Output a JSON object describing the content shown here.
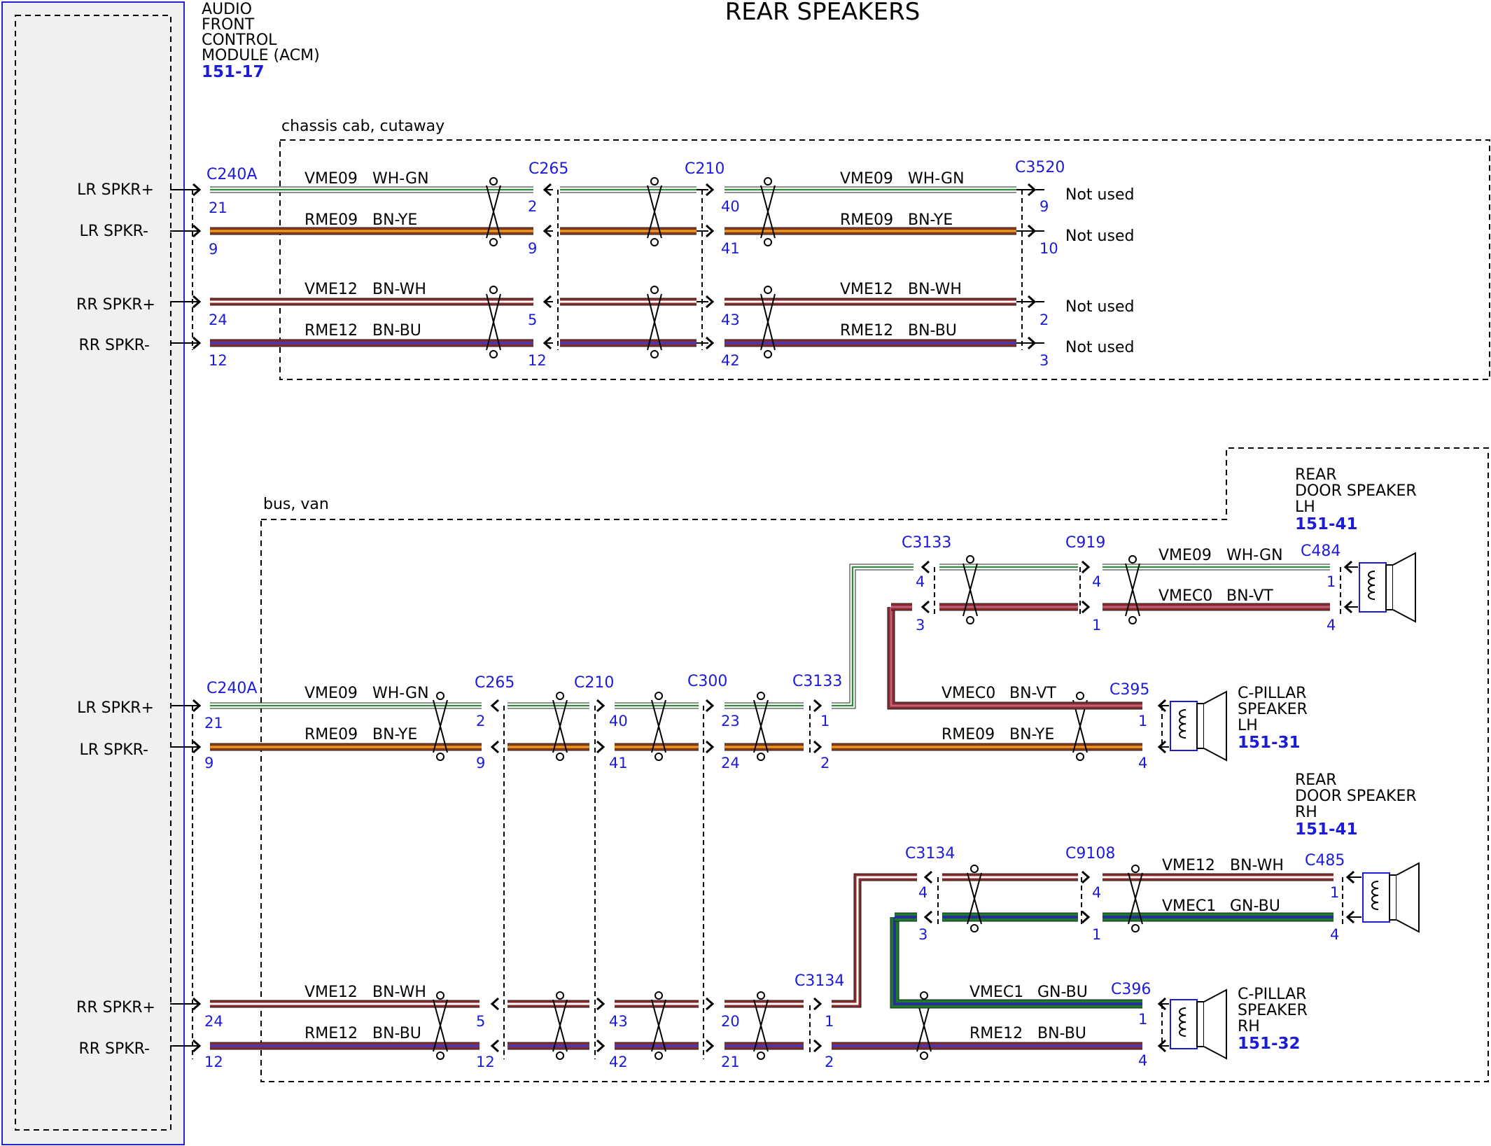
{
  "title": "REAR SPEAKERS",
  "module": {
    "name_lines": [
      "AUDIO",
      "FRONT",
      "CONTROL",
      "MODULE (ACM)"
    ],
    "ref": "151-17"
  },
  "groups": {
    "chassis": "chassis cab, cutaway",
    "bus": "bus, van"
  },
  "pins": {
    "lr_plus": "LR SPKR+",
    "lr_minus": "LR SPKR-",
    "rr_plus": "RR SPKR+",
    "rr_minus": "RR SPKR-"
  },
  "not_used": "Not used",
  "speakers": {
    "rear_door_lh": {
      "lines": [
        "REAR",
        "DOOR SPEAKER",
        "LH"
      ],
      "ref": "151-41"
    },
    "c_pillar_lh": {
      "lines": [
        "C-PILLAR",
        "SPEAKER",
        "LH"
      ],
      "ref": "151-31"
    },
    "rear_door_rh": {
      "lines": [
        "REAR",
        "DOOR SPEAKER",
        "RH"
      ],
      "ref": "151-41"
    },
    "c_pillar_rh": {
      "lines": [
        "C-PILLAR",
        "SPEAKER",
        "RH"
      ],
      "ref": "151-32"
    }
  },
  "connector_labels": [
    "C240A",
    "C265",
    "C210",
    "C3520",
    "C240A",
    "C265",
    "C210",
    "C300",
    "C3133",
    "C3133",
    "C919",
    "C484",
    "C395",
    "C3134",
    "C9108",
    "C485",
    "C3134",
    "C396"
  ],
  "pin_numbers": [
    "21",
    "9",
    "24",
    "12",
    "2",
    "9",
    "5",
    "12",
    "40",
    "41",
    "43",
    "42",
    "9",
    "10",
    "2",
    "3",
    "21",
    "9",
    "2",
    "9",
    "40",
    "41",
    "23",
    "24",
    "1",
    "2",
    "24",
    "12",
    "5",
    "12",
    "43",
    "42",
    "20",
    "21",
    "1",
    "2",
    "4",
    "3",
    "4",
    "1",
    "1",
    "4",
    "1",
    "4",
    "4",
    "3",
    "4",
    "1",
    "1",
    "4",
    "1",
    "4"
  ],
  "wire_labels": [
    {
      "circuit": "VME09",
      "color": "WH-GN"
    },
    {
      "circuit": "VME09",
      "color": "WH-GN"
    },
    {
      "circuit": "RME09",
      "color": "BN-YE"
    },
    {
      "circuit": "RME09",
      "color": "BN-YE"
    },
    {
      "circuit": "VME12",
      "color": "BN-WH"
    },
    {
      "circuit": "VME12",
      "color": "BN-WH"
    },
    {
      "circuit": "RME12",
      "color": "BN-BU"
    },
    {
      "circuit": "RME12",
      "color": "BN-BU"
    },
    {
      "circuit": "VME09",
      "color": "WH-GN"
    },
    {
      "circuit": "RME09",
      "color": "BN-YE"
    },
    {
      "circuit": "VME09",
      "color": "WH-GN"
    },
    {
      "circuit": "VMEC0",
      "color": "BN-VT"
    },
    {
      "circuit": "VMEC0",
      "color": "BN-VT"
    },
    {
      "circuit": "RME09",
      "color": "BN-YE"
    },
    {
      "circuit": "VME12",
      "color": "BN-WH"
    },
    {
      "circuit": "RME12",
      "color": "BN-BU"
    },
    {
      "circuit": "VME12",
      "color": "BN-WH"
    },
    {
      "circuit": "VMEC1",
      "color": "GN-BU"
    },
    {
      "circuit": "VMEC1",
      "color": "GN-BU"
    },
    {
      "circuit": "RME12",
      "color": "BN-BU"
    }
  ],
  "wire_colors": {
    "WH-GN": [
      "#ffffff",
      "#2e8b3a"
    ],
    "BN-YE": [
      "#8b3a1a",
      "#f0a020"
    ],
    "BN-WH": [
      "#8b2a2a",
      "#ffffff"
    ],
    "BN-BU": [
      "#8b2a2a",
      "#3a3ad0"
    ],
    "BN-VT": [
      "#8b2a2a",
      "#c06080"
    ],
    "GN-BU": [
      "#1a7a2a",
      "#2a2aa0"
    ]
  },
  "accent_blue": "#1c1cd8"
}
